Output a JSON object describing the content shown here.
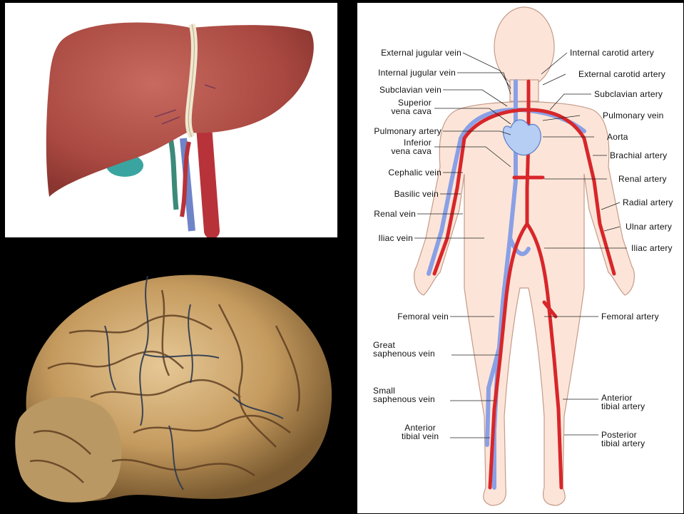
{
  "labels_left": [
    {
      "id": "external-jugular-vein",
      "text": "External jugular vein"
    },
    {
      "id": "internal-jugular-vein",
      "text": "Internal jugular vein"
    },
    {
      "id": "subclavian-vein",
      "text": "Subclavian vein"
    },
    {
      "id": "superior-vena-cava",
      "text": "Superior\nvena cava"
    },
    {
      "id": "pulmonary-artery",
      "text": "Pulmonary artery"
    },
    {
      "id": "inferior-vena-cava",
      "text": "Inferior\nvena cava"
    },
    {
      "id": "cephalic-vein",
      "text": "Cephalic vein"
    },
    {
      "id": "basilic-vein",
      "text": "Basilic vein"
    },
    {
      "id": "renal-vein",
      "text": "Renal vein"
    },
    {
      "id": "iliac-vein",
      "text": "Iliac vein"
    },
    {
      "id": "femoral-vein",
      "text": "Femoral vein"
    },
    {
      "id": "great-saphenous-vein",
      "text": "Great\nsaphenous vein"
    },
    {
      "id": "small-saphenous-vein",
      "text": "Small\nsaphenous vein"
    },
    {
      "id": "anterior-tibial-vein",
      "text": "Anterior\ntibial vein"
    }
  ],
  "labels_right": [
    {
      "id": "internal-carotid-artery",
      "text": "Internal carotid artery"
    },
    {
      "id": "external-carotid-artery",
      "text": "External carotid artery"
    },
    {
      "id": "subclavian-artery",
      "text": "Subclavian artery"
    },
    {
      "id": "pulmonary-vein",
      "text": "Pulmonary vein"
    },
    {
      "id": "aorta",
      "text": "Aorta"
    },
    {
      "id": "brachial-artery",
      "text": "Brachial artery"
    },
    {
      "id": "renal-artery",
      "text": "Renal artery"
    },
    {
      "id": "radial-artery",
      "text": "Radial artery"
    },
    {
      "id": "ulnar-artery",
      "text": "Ulnar artery"
    },
    {
      "id": "iliac-artery",
      "text": "Iliac artery"
    },
    {
      "id": "femoral-artery",
      "text": "Femoral artery"
    },
    {
      "id": "anterior-tibial-artery",
      "text": "Anterior\ntibial artery"
    },
    {
      "id": "posterior-tibial-artery",
      "text": "Posterior\ntibial artery"
    }
  ],
  "colors": {
    "artery": "#d8262a",
    "vein": "#8aa0e6",
    "skin": "#fbe3d6",
    "liver": "#b5524a",
    "brain": "#c9a36b"
  }
}
